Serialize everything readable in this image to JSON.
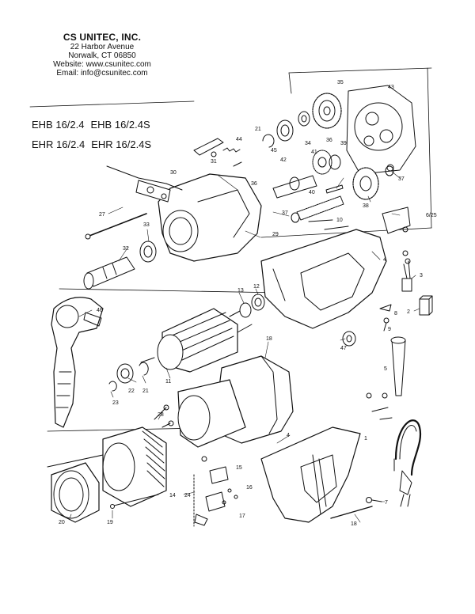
{
  "company": {
    "name": "CS UNITEC, INC.",
    "street": "22 Harbor Avenue",
    "city": "Norwalk, CT 06850",
    "website": "Website: www.csunitec.com",
    "email": "Email: info@csunitec.com"
  },
  "models": [
    "EHB 16/2.4",
    "EHB 16/2.4S",
    "EHR 16/2.4",
    "EHR 16/2.4S"
  ],
  "part_labels": {
    "p1": "1",
    "p2": "2",
    "p3": "3",
    "p4a": "4",
    "p4b": "4",
    "p5": "5",
    "p625": "6/25",
    "p7": "7",
    "p8": "8",
    "p9": "9",
    "p10": "10",
    "p11": "11",
    "p12": "12",
    "p13": "13",
    "p14": "14",
    "p15": "15",
    "p16": "16",
    "p17": "17",
    "p18a": "18",
    "p18b": "18",
    "p19": "19",
    "p20": "20",
    "p21a": "21",
    "p21b": "21",
    "p22": "22",
    "p23": "23",
    "p24": "24",
    "p27": "27",
    "p28": "28",
    "p29": "29",
    "p30": "30",
    "p31": "31",
    "p32": "32",
    "p33": "33",
    "p34": "34",
    "p35": "35",
    "p36a": "36",
    "p36b": "36",
    "p37a": "37",
    "p37b": "37",
    "p38": "38",
    "p39": "39",
    "p40": "40",
    "p41": "41",
    "p42": "42",
    "p43": "43",
    "p44": "44",
    "p45": "45",
    "p46": "46",
    "p47": "47"
  }
}
